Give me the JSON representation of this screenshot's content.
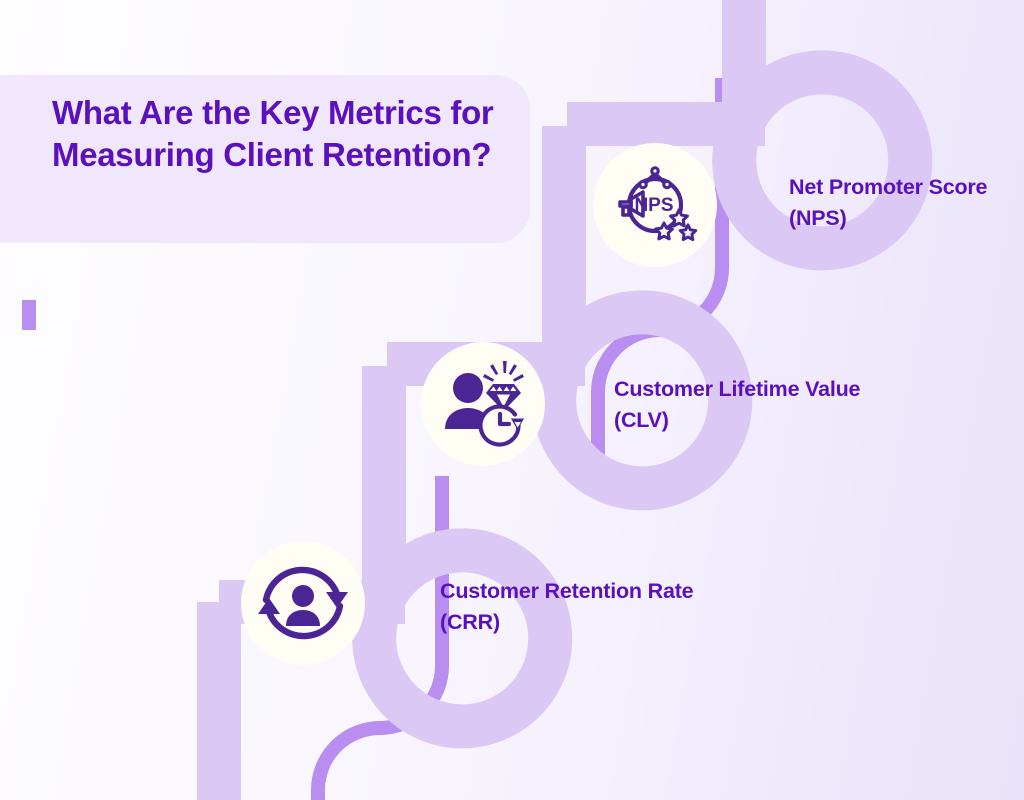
{
  "page": {
    "title": "What Are the Key Metrics for Measuring Client Retention?",
    "background_gradient_from": "#fefdff",
    "background_gradient_to": "#e9e2fa"
  },
  "title_card": {
    "heading": "What Are the Key Metrics for Measuring Client Retention?",
    "background": "#f0e7fc",
    "text_color": "#5a10bd"
  },
  "theme": {
    "dark_purple": "#5a10bd",
    "icon_purple": "#4c2595",
    "ribbon_light": "#dcc8f5",
    "ribbon_medium": "#b98ef0",
    "disc_cream": "#fffdf4"
  },
  "steps": [
    {
      "id": "nps",
      "label": "Net Promoter Score (NPS)",
      "icon_name": "nps-megaphone-stars-icon",
      "order": 1
    },
    {
      "id": "clv",
      "label": "Customer Lifetime Value (CLV)",
      "icon_name": "customer-diamond-clock-icon",
      "order": 2
    },
    {
      "id": "crr",
      "label": "Customer Retention Rate (CRR)",
      "icon_name": "customer-retention-cycle-icon",
      "order": 3
    }
  ],
  "icon_text": {
    "nps_inner_label": "NPS"
  }
}
